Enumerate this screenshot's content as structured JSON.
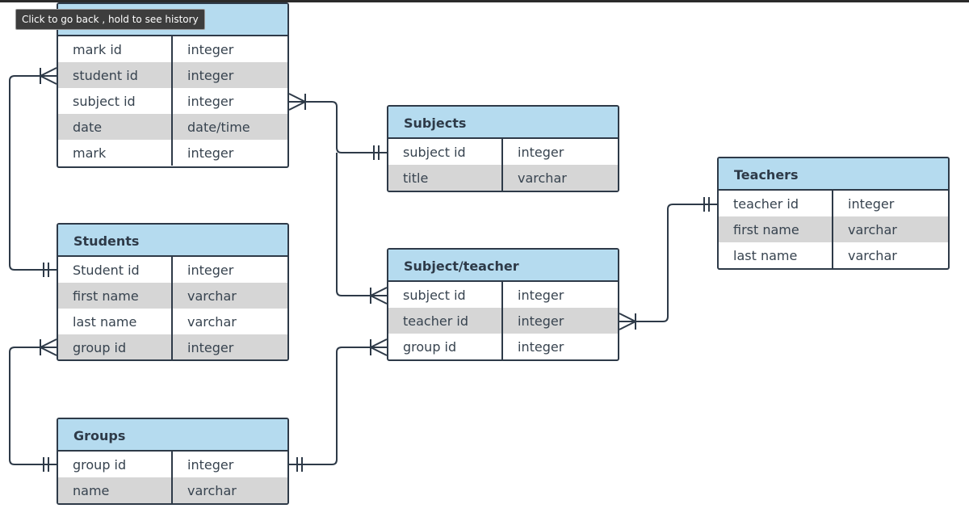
{
  "tooltip": "Click to go back , hold to see history",
  "entities": {
    "marks": {
      "title": "",
      "rows": [
        {
          "name": "mark id",
          "type": "integer"
        },
        {
          "name": "student id",
          "type": "integer"
        },
        {
          "name": "subject id",
          "type": "integer"
        },
        {
          "name": "date",
          "type": "date/time"
        },
        {
          "name": "mark",
          "type": "integer"
        }
      ]
    },
    "students": {
      "title": "Students",
      "rows": [
        {
          "name": "Student id",
          "type": "integer"
        },
        {
          "name": "first name",
          "type": "varchar"
        },
        {
          "name": "last name",
          "type": "varchar"
        },
        {
          "name": "group id",
          "type": "integer"
        }
      ]
    },
    "groups": {
      "title": "Groups",
      "rows": [
        {
          "name": "group id",
          "type": "integer"
        },
        {
          "name": "name",
          "type": "varchar"
        }
      ]
    },
    "subjects": {
      "title": "Subjects",
      "rows": [
        {
          "name": "subject id",
          "type": "integer"
        },
        {
          "name": "title",
          "type": "varchar"
        }
      ]
    },
    "subject_teacher": {
      "title": "Subject/teacher",
      "rows": [
        {
          "name": "subject id",
          "type": "integer"
        },
        {
          "name": "teacher id",
          "type": "integer"
        },
        {
          "name": "group id",
          "type": "integer"
        }
      ]
    },
    "teachers": {
      "title": "Teachers",
      "rows": [
        {
          "name": "teacher id",
          "type": "integer"
        },
        {
          "name": "first name",
          "type": "varchar"
        },
        {
          "name": "last name",
          "type": "varchar"
        }
      ]
    }
  },
  "relationships": [
    {
      "from": "marks.student id",
      "from_card": "many",
      "to": "students.Student id",
      "to_card": "one"
    },
    {
      "from": "marks.subject id",
      "from_card": "many",
      "to": "subjects.subject id",
      "to_card": "one"
    },
    {
      "from": "students.group id",
      "from_card": "many",
      "to": "groups.group id",
      "to_card": "one"
    },
    {
      "from": "subject_teacher.subject id",
      "from_card": "many",
      "to": "subjects.subject id",
      "to_card": "one"
    },
    {
      "from": "subject_teacher.group id",
      "from_card": "many",
      "to": "groups.group id",
      "to_card": "one"
    },
    {
      "from": "subject_teacher.teacher id",
      "from_card": "many",
      "to": "teachers.teacher id",
      "to_card": "one"
    }
  ],
  "colors": {
    "header_fill": "#b5dbef",
    "stripe_fill": "#d6d6d6",
    "line": "#2e3a48"
  }
}
